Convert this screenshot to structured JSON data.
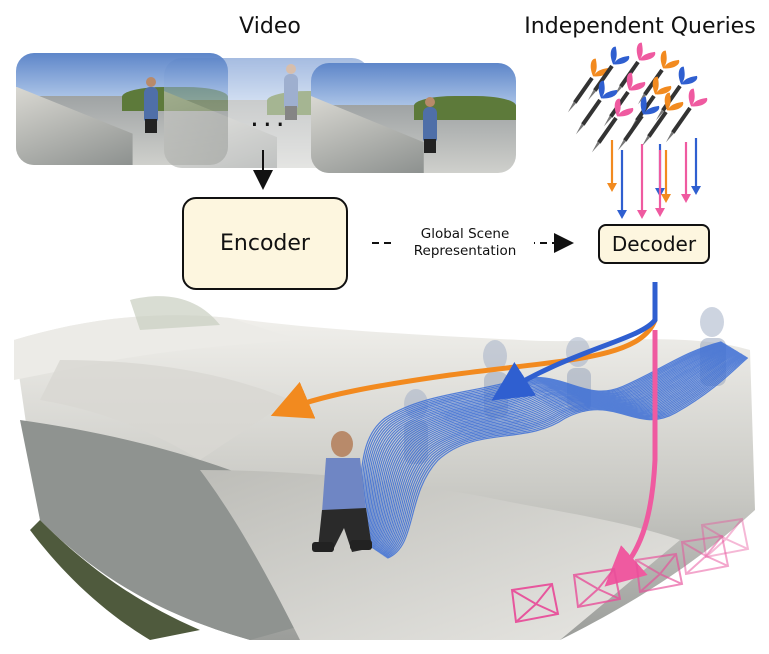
{
  "titles": {
    "video": "Video",
    "queries": "Independent Queries"
  },
  "blocks": {
    "encoder": "Encoder",
    "decoder": "Decoder",
    "scene_representation_line1": "Global Scene",
    "scene_representation_line2": "Representation"
  },
  "frames": {
    "ellipsis": "..."
  },
  "colors": {
    "orange": "#f28a1f",
    "blue": "#2f5fd0",
    "pink": "#ef5aa0",
    "box_fill": "#fdf6df",
    "trajectory_blue": "#3d6fd6",
    "camera_pink": "#e84f9a"
  },
  "icons": {
    "darts": "dart-icon",
    "cameras": "camera-frustum-icon"
  }
}
